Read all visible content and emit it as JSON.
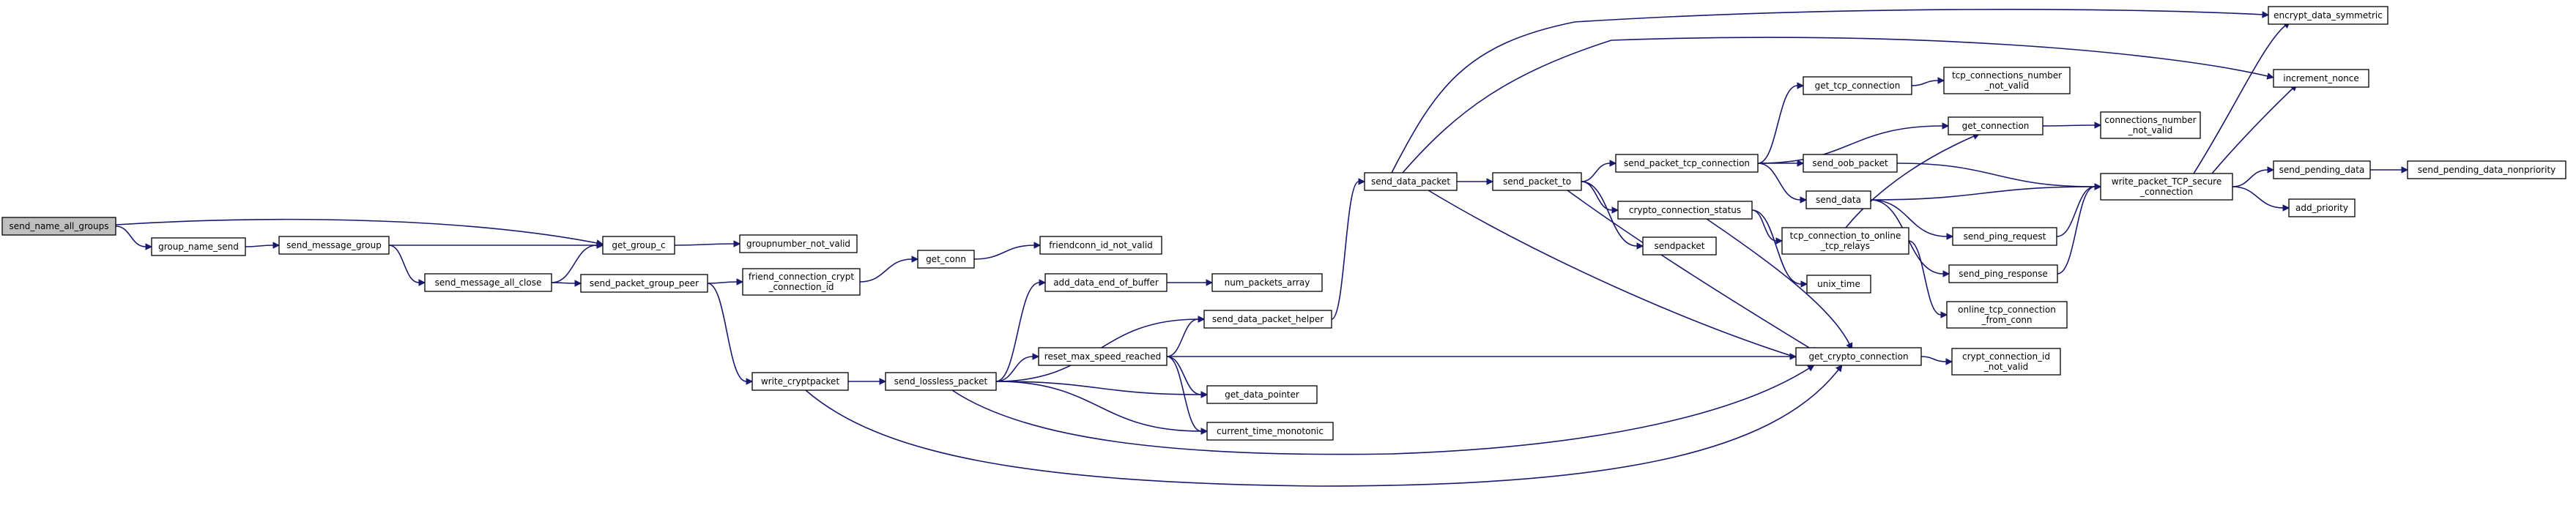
{
  "graph": {
    "colors": {
      "node_fill": "#ffffff",
      "root_fill": "#bfbfbf",
      "node_border": "#000000",
      "edge": "#191970"
    },
    "nodes": [
      {
        "id": "send_name_all_groups",
        "lines": [
          "send_name_all_groups"
        ],
        "root": true
      },
      {
        "id": "group_name_send",
        "lines": [
          "group_name_send"
        ]
      },
      {
        "id": "get_group_c",
        "lines": [
          "get_group_c"
        ]
      },
      {
        "id": "send_message_group",
        "lines": [
          "send_message_group"
        ]
      },
      {
        "id": "send_message_all_close",
        "lines": [
          "send_message_all_close"
        ]
      },
      {
        "id": "groupnumber_not_valid",
        "lines": [
          "groupnumber_not_valid"
        ]
      },
      {
        "id": "send_packet_group_peer",
        "lines": [
          "send_packet_group_peer"
        ]
      },
      {
        "id": "friend_connection_crypt_connection_id",
        "lines": [
          "friend_connection_crypt",
          "_connection_id"
        ]
      },
      {
        "id": "write_cryptpacket",
        "lines": [
          "write_cryptpacket"
        ]
      },
      {
        "id": "get_conn",
        "lines": [
          "get_conn"
        ]
      },
      {
        "id": "friendconn_id_not_valid",
        "lines": [
          "friendconn_id_not_valid"
        ]
      },
      {
        "id": "send_lossless_packet",
        "lines": [
          "send_lossless_packet"
        ]
      },
      {
        "id": "add_data_end_of_buffer",
        "lines": [
          "add_data_end_of_buffer"
        ]
      },
      {
        "id": "send_data_packet_helper",
        "lines": [
          "send_data_packet_helper"
        ]
      },
      {
        "id": "reset_max_speed_reached",
        "lines": [
          "reset_max_speed_reached"
        ]
      },
      {
        "id": "get_data_pointer",
        "lines": [
          "get_data_pointer"
        ]
      },
      {
        "id": "current_time_monotonic",
        "lines": [
          "current_time_monotonic"
        ]
      },
      {
        "id": "num_packets_array",
        "lines": [
          "num_packets_array"
        ]
      },
      {
        "id": "send_data_packet",
        "lines": [
          "send_data_packet"
        ]
      },
      {
        "id": "send_packet_to",
        "lines": [
          "send_packet_to"
        ]
      },
      {
        "id": "send_packet_tcp_connection",
        "lines": [
          "send_packet_tcp_connection"
        ]
      },
      {
        "id": "crypto_connection_status",
        "lines": [
          "crypto_connection_status"
        ]
      },
      {
        "id": "sendpacket",
        "lines": [
          "sendpacket"
        ]
      },
      {
        "id": "get_crypto_connection",
        "lines": [
          "get_crypto_connection"
        ]
      },
      {
        "id": "get_tcp_connection",
        "lines": [
          "get_tcp_connection"
        ]
      },
      {
        "id": "tcp_connections_number_not_valid",
        "lines": [
          "tcp_connections_number",
          "_not_valid"
        ]
      },
      {
        "id": "get_connection",
        "lines": [
          "get_connection"
        ]
      },
      {
        "id": "connections_number_not_valid",
        "lines": [
          "connections_number",
          "_not_valid"
        ]
      },
      {
        "id": "send_oob_packet",
        "lines": [
          "send_oob_packet"
        ]
      },
      {
        "id": "send_data",
        "lines": [
          "send_data"
        ]
      },
      {
        "id": "tcp_connection_to_online_tcp_relays",
        "lines": [
          "tcp_connection_to_online",
          "_tcp_relays"
        ]
      },
      {
        "id": "unix_time",
        "lines": [
          "unix_time"
        ]
      },
      {
        "id": "send_ping_request",
        "lines": [
          "send_ping_request"
        ]
      },
      {
        "id": "send_ping_response",
        "lines": [
          "send_ping_response"
        ]
      },
      {
        "id": "online_tcp_connection_from_conn",
        "lines": [
          "online_tcp_connection",
          "_from_conn"
        ]
      },
      {
        "id": "crypt_connection_id_not_valid",
        "lines": [
          "crypt_connection_id",
          "_not_valid"
        ]
      },
      {
        "id": "write_packet_TCP_secure_connection",
        "lines": [
          "write_packet_TCP_secure",
          "_connection"
        ]
      },
      {
        "id": "encrypt_data_symmetric",
        "lines": [
          "encrypt_data_symmetric"
        ]
      },
      {
        "id": "increment_nonce",
        "lines": [
          "increment_nonce"
        ]
      },
      {
        "id": "send_pending_data",
        "lines": [
          "send_pending_data"
        ]
      },
      {
        "id": "send_pending_data_nonpriority",
        "lines": [
          "send_pending_data_nonpriority"
        ]
      },
      {
        "id": "add_priority",
        "lines": [
          "add_priority"
        ]
      }
    ],
    "edges": [
      [
        "send_name_all_groups",
        "group_name_send"
      ],
      [
        "send_name_all_groups",
        "get_group_c"
      ],
      [
        "group_name_send",
        "send_message_group"
      ],
      [
        "send_message_group",
        "get_group_c"
      ],
      [
        "send_message_group",
        "send_message_all_close"
      ],
      [
        "send_message_all_close",
        "get_group_c"
      ],
      [
        "send_message_all_close",
        "send_packet_group_peer"
      ],
      [
        "get_group_c",
        "groupnumber_not_valid"
      ],
      [
        "send_packet_group_peer",
        "friend_connection_crypt_connection_id"
      ],
      [
        "send_packet_group_peer",
        "write_cryptpacket"
      ],
      [
        "friend_connection_crypt_connection_id",
        "get_conn"
      ],
      [
        "get_conn",
        "friendconn_id_not_valid"
      ],
      [
        "write_cryptpacket",
        "send_lossless_packet"
      ],
      [
        "write_cryptpacket",
        "get_crypto_connection"
      ],
      [
        "send_lossless_packet",
        "add_data_end_of_buffer"
      ],
      [
        "send_lossless_packet",
        "send_data_packet_helper"
      ],
      [
        "send_lossless_packet",
        "reset_max_speed_reached"
      ],
      [
        "send_lossless_packet",
        "get_data_pointer"
      ],
      [
        "send_lossless_packet",
        "current_time_monotonic"
      ],
      [
        "send_lossless_packet",
        "get_crypto_connection"
      ],
      [
        "add_data_end_of_buffer",
        "num_packets_array"
      ],
      [
        "reset_max_speed_reached",
        "send_data_packet_helper"
      ],
      [
        "reset_max_speed_reached",
        "get_data_pointer"
      ],
      [
        "reset_max_speed_reached",
        "current_time_monotonic"
      ],
      [
        "reset_max_speed_reached",
        "get_crypto_connection"
      ],
      [
        "send_data_packet_helper",
        "send_data_packet"
      ],
      [
        "send_data_packet",
        "send_packet_to"
      ],
      [
        "send_data_packet",
        "encrypt_data_symmetric"
      ],
      [
        "send_data_packet",
        "increment_nonce"
      ],
      [
        "send_data_packet",
        "get_crypto_connection"
      ],
      [
        "send_packet_to",
        "send_packet_tcp_connection"
      ],
      [
        "send_packet_to",
        "crypto_connection_status"
      ],
      [
        "send_packet_to",
        "sendpacket"
      ],
      [
        "send_packet_to",
        "get_crypto_connection"
      ],
      [
        "send_packet_tcp_connection",
        "get_tcp_connection"
      ],
      [
        "send_packet_tcp_connection",
        "get_connection"
      ],
      [
        "send_packet_tcp_connection",
        "send_oob_packet"
      ],
      [
        "send_packet_tcp_connection",
        "send_data"
      ],
      [
        "get_tcp_connection",
        "tcp_connections_number_not_valid"
      ],
      [
        "get_connection",
        "connections_number_not_valid"
      ],
      [
        "crypto_connection_status",
        "tcp_connection_to_online_tcp_relays"
      ],
      [
        "crypto_connection_status",
        "unix_time"
      ],
      [
        "crypto_connection_status",
        "get_crypto_connection"
      ],
      [
        "tcp_connection_to_online_tcp_relays",
        "get_connection"
      ],
      [
        "tcp_connection_to_online_tcp_relays",
        "online_tcp_connection_from_conn"
      ],
      [
        "send_oob_packet",
        "write_packet_TCP_secure_connection"
      ],
      [
        "send_data",
        "write_packet_TCP_secure_connection"
      ],
      [
        "send_data",
        "send_ping_request"
      ],
      [
        "send_data",
        "send_ping_response"
      ],
      [
        "send_ping_request",
        "write_packet_TCP_secure_connection"
      ],
      [
        "send_ping_response",
        "write_packet_TCP_secure_connection"
      ],
      [
        "get_crypto_connection",
        "crypt_connection_id_not_valid"
      ],
      [
        "write_packet_TCP_secure_connection",
        "encrypt_data_symmetric"
      ],
      [
        "write_packet_TCP_secure_connection",
        "increment_nonce"
      ],
      [
        "write_packet_TCP_secure_connection",
        "send_pending_data"
      ],
      [
        "write_packet_TCP_secure_connection",
        "add_priority"
      ],
      [
        "send_pending_data",
        "send_pending_data_nonpriority"
      ]
    ]
  }
}
